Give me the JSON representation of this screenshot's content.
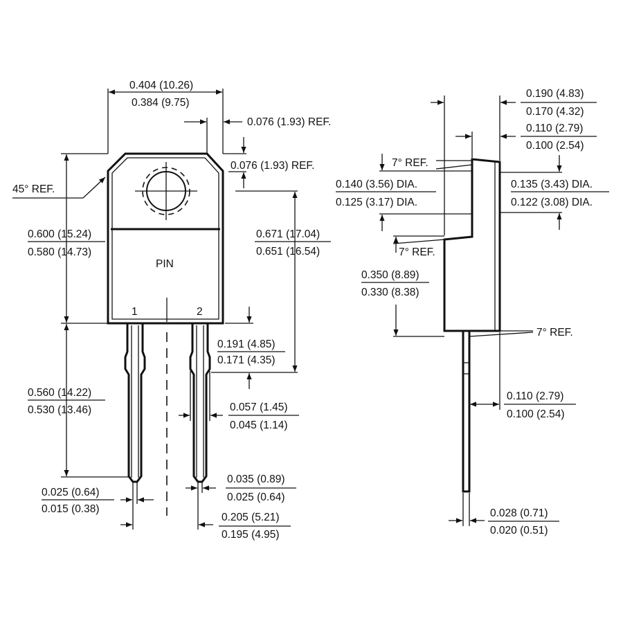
{
  "labels": {
    "body_width_max": "0.404 (10.26)",
    "body_width_min": "0.384 (9.75)",
    "tab_ref_1": "0.076 (1.93) REF.",
    "tab_ref_2": "0.076 (1.93) REF.",
    "chamfer_ref": "45° REF.",
    "body_height_max": "0.600 (15.24)",
    "body_height_min": "0.580 (14.73)",
    "hole_to_lead_max": "0.671 (17.04)",
    "hole_to_lead_min": "0.651 (16.54)",
    "pin_text": "PIN",
    "pin_1": "1",
    "pin_2": "2",
    "shoulder_max": "0.191 (4.85)",
    "shoulder_min": "0.171 (4.35)",
    "lead_length_max": "0.560 (14.22)",
    "lead_length_min": "0.530 (13.46)",
    "lead_shoulder_width_max": "0.057 (1.45)",
    "lead_shoulder_width_min": "0.045 (1.14)",
    "lead_width_left_max": "0.025 (0.64)",
    "lead_width_left_min": "0.015 (0.38)",
    "lead_width_right_max": "0.035 (0.89)",
    "lead_width_right_min": "0.025 (0.64)",
    "pitch_max": "0.205 (5.21)",
    "pitch_min": "0.195 (4.95)",
    "thickness_max": "0.190 (4.83)",
    "thickness_min": "0.170 (4.32)",
    "tab_thickness_max": "0.110 (2.79)",
    "tab_thickness_min": "0.100 (2.54)",
    "angle_ref_1": "7° REF.",
    "hole_dia_left_max": "0.140 (3.56) DIA.",
    "hole_dia_left_min": "0.125 (3.17) DIA.",
    "hole_dia_right_max": "0.135 (3.43) DIA.",
    "hole_dia_right_min": "0.122 (3.08) DIA.",
    "angle_ref_2": "7° REF.",
    "step_height_max": "0.350 (8.89)",
    "step_height_min": "0.330 (8.38)",
    "angle_ref_3": "7° REF.",
    "lead_offset_max": "0.110 (2.79)",
    "lead_offset_min": "0.100 (2.54)",
    "lead_thickness_max": "0.028 (0.71)",
    "lead_thickness_min": "0.020 (0.51)"
  }
}
